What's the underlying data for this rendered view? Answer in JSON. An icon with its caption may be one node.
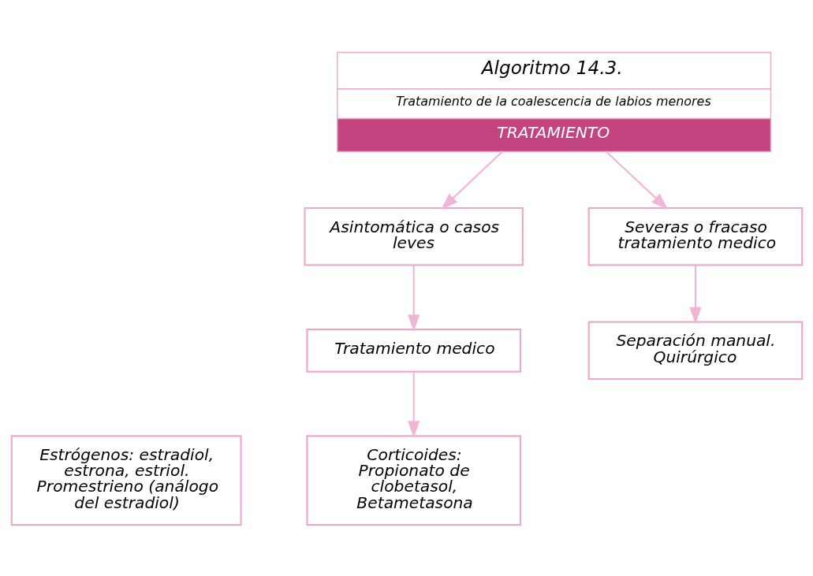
{
  "diagram": {
    "nodes": [
      {
        "text": [
          "Algoritmo 14.3.",
          "Tratamiento de la coalescencia de labios menores",
          "TRATAMIENTO"
        ]
      },
      {
        "text": [
          "Asintomática o casos leves"
        ]
      },
      {
        "text": [
          "Severas o fracaso tratamiento medico"
        ]
      },
      {
        "text": [
          "Tratamiento medico"
        ]
      },
      {
        "text": [
          "Separación manual. Quirúrgico"
        ]
      },
      {
        "text": [
          "Estrógenos: estradiol, estrona, estriol. Promestrieno (análogo del estradiol)"
        ]
      },
      {
        "text": [
          "Corticoides: Propionato de clobetasol, Betametasona"
        ]
      }
    ],
    "edges": [
      {
        "from": 0,
        "to": 1,
        "arrow": "to"
      },
      {
        "from": 0,
        "to": 2,
        "arrow": "to"
      },
      {
        "from": 1,
        "to": 3,
        "arrow": "to"
      },
      {
        "from": 2,
        "to": 4,
        "arrow": "to"
      },
      {
        "from": 3,
        "to": 6,
        "arrow": "to"
      }
    ]
  }
}
